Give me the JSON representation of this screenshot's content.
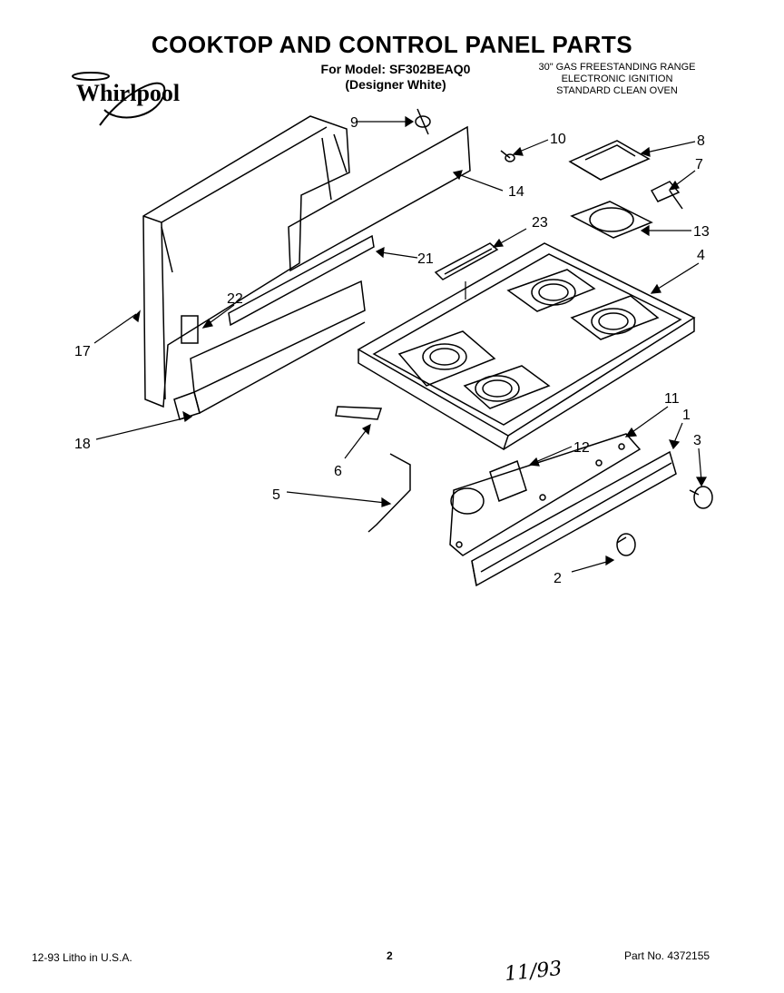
{
  "header": {
    "title": "COOKTOP AND CONTROL PANEL PARTS",
    "model_line": "For Model: SF302BEAQ0",
    "color_line": "(Designer White)",
    "spec_lines": [
      "30\" GAS FREESTANDING RANGE",
      "ELECTRONIC IGNITION",
      "STANDARD CLEAN OVEN"
    ]
  },
  "logo": {
    "brand": "Whirlpool",
    "icon": "whirlpool-swirl-logo"
  },
  "callouts": {
    "c1": "1",
    "c2": "2",
    "c3": "3",
    "c4": "4",
    "c5": "5",
    "c6": "6",
    "c7": "7",
    "c8": "8",
    "c9": "9",
    "c10": "10",
    "c11": "11",
    "c12": "12",
    "c13": "13",
    "c14": "14",
    "c17": "17",
    "c18": "18",
    "c21": "21",
    "c22": "22",
    "c23": "23"
  },
  "footer": {
    "litho": "12-93 Litho in U.S.A.",
    "page": "2",
    "part_no": "Part No. 4372155",
    "handwritten_date": "11/93"
  }
}
